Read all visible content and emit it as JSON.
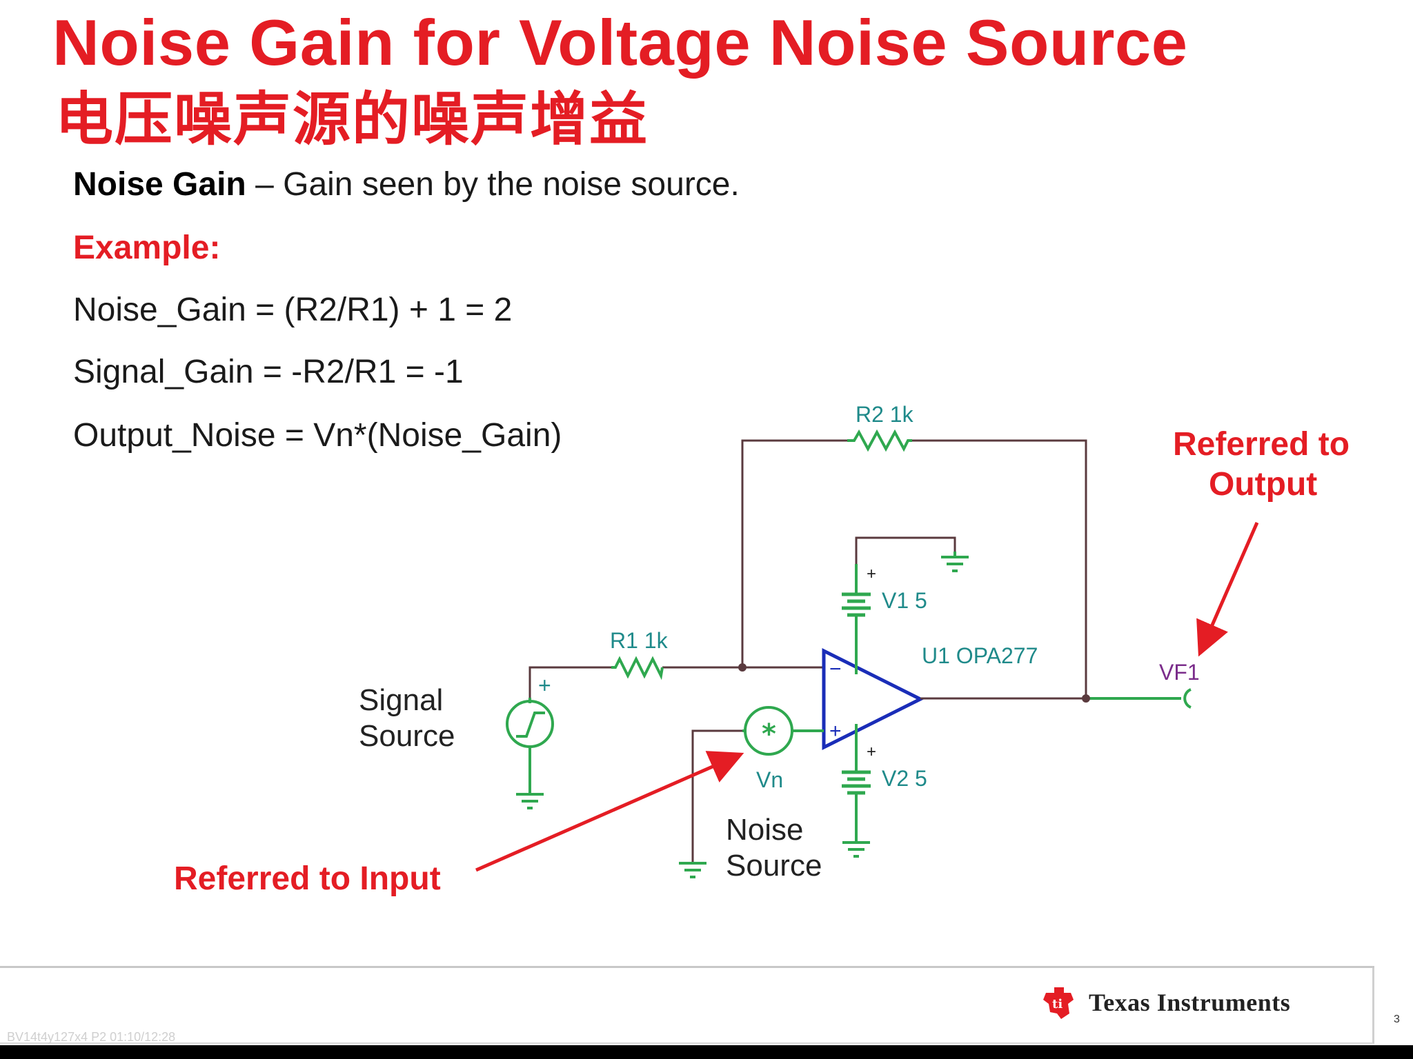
{
  "title": {
    "english": "Noise Gain for Voltage Noise Source",
    "chinese": "电压噪声源的噪声增益"
  },
  "definition": {
    "term": "Noise Gain",
    "text": " – Gain seen by the noise source."
  },
  "example_label": "Example:",
  "equations": [
    "Noise_Gain = (R2/R1) + 1 = 2",
    "Signal_Gain = -R2/R1 = -1",
    "Output_Noise = Vn*(Noise_Gain)"
  ],
  "schematic": {
    "r2_label": "R2 1k",
    "r1_label": "R1 1k",
    "v1_label": "V1 5",
    "v2_label": "V2 5",
    "u1_label": "U1 OPA277",
    "vf1_label": "VF1",
    "vn_label": "Vn",
    "signal_source_line1": "Signal",
    "signal_source_line2": "Source",
    "noise_source_line1": "Noise",
    "noise_source_line2": "Source",
    "plus_sign": "+",
    "minus_sign": "−",
    "noise_symbol": "*",
    "annotation_output_line1": "Referred to",
    "annotation_output_line2": "Output",
    "annotation_input": "Referred to Input",
    "colors": {
      "wire": "#5a3a3e",
      "component": "#2fa84f",
      "opamp": "#1a2db8",
      "label_teal": "#1f8a8a",
      "label_purple": "#7b2d8b",
      "accent_red": "#e41d24"
    }
  },
  "footer": {
    "company": "Texas Instruments",
    "page_number": "3",
    "watermark": "BV14t4y127x4 P2 01:10/12:28"
  }
}
